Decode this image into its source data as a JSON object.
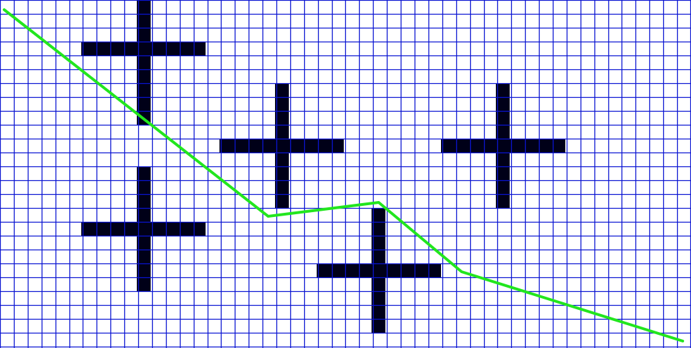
{
  "colors": {
    "background": "#ffffff",
    "grid": "#0a14d2",
    "obstacle": "#000018",
    "path": "#22e61e"
  },
  "grid": {
    "columns": 50,
    "rows": 25
  },
  "obstacles": [
    {
      "col": 10,
      "row": 3
    },
    {
      "col": 20,
      "row": 10
    },
    {
      "col": 36,
      "row": 10
    },
    {
      "col": 10,
      "row": 16
    },
    {
      "col": 27,
      "row": 19
    }
  ],
  "path_waypoints": [
    {
      "col": 0.3,
      "row": 0.7
    },
    {
      "col": 19.4,
      "row": 15.6
    },
    {
      "col": 27.4,
      "row": 14.6
    },
    {
      "col": 33.4,
      "row": 19.6
    },
    {
      "col": 49.4,
      "row": 24.6
    }
  ]
}
